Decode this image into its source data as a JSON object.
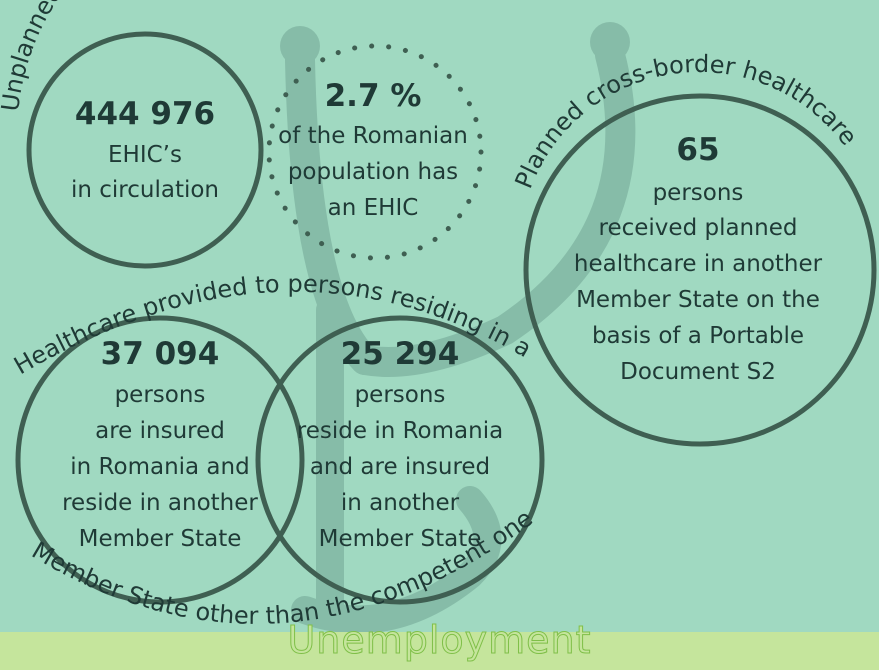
{
  "curved_labels": {
    "unplanned": "Unplanned necessary cross-border healthcare",
    "planned": "Planned cross-border healthcare",
    "residing_top": "Healthcare provided to persons residing in a",
    "residing_bottom": "Member State other than the competent one"
  },
  "circles": {
    "ehic": {
      "number": "444 976",
      "line1": "EHIC’s",
      "line2": "in circulation"
    },
    "population": {
      "number": "2.7 %",
      "line1": "of the Romanian",
      "line2": "population has",
      "line3": "an EHIC"
    },
    "planned": {
      "number": "65",
      "line1": "persons",
      "line2": "received planned",
      "line3": "healthcare in another",
      "line4": "Member State on the",
      "line5": "basis of a Portable",
      "line6": "Document S2"
    },
    "insured_romania": {
      "number": "37 094",
      "line1": "persons",
      "line2": "are insured",
      "line3": "in Romania and",
      "line4": "reside in another",
      "line5": "Member State"
    },
    "reside_romania": {
      "number": "25 294",
      "line1": "persons",
      "line2": "reside in Romania",
      "line3": "and are insured",
      "line4": "in another",
      "line5": "Member State"
    }
  },
  "footer": {
    "title": "Unemployment"
  },
  "colors": {
    "background": "#a0d9c1",
    "stethoscope": "#86bca8",
    "outline": "#3f5f52",
    "text": "#1f3a36",
    "footer_band": "#c5e59c"
  }
}
